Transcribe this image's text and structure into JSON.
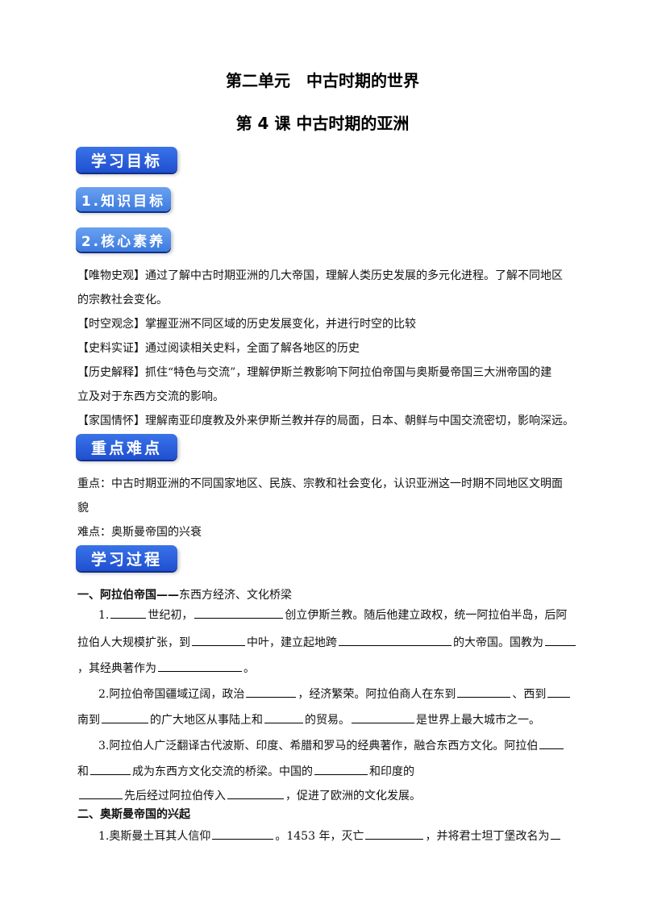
{
  "titles": {
    "unit": "第二单元　中古时期的世界",
    "lesson": "第 4 课  中古时期的亚洲"
  },
  "badges": {
    "goals": "学习目标",
    "knowledge": "1.知识目标",
    "core": "2.核心素养",
    "key_points": "重点难点",
    "process": "学习过程"
  },
  "core_items": {
    "p1a": "【唯物史观】通过了解中古时期亚洲的几大帝国，理解人类历史发展的多元化进程。了解不同地区",
    "p1b": "的宗教社会变化。",
    "p2": "【时空观念】掌握亚洲不同区域的历史发展变化，并进行时空的比较",
    "p3": "【史料实证】通过阅读相关史料，全面了解各地区的历史",
    "p4a": "【历史解释】抓住“特色与交流”，理解伊斯兰教影响下阿拉伯帝国与奥斯曼帝国三大洲帝国的建",
    "p4b": "立及对于东西方交流的影响。",
    "p5": "【家国情怀】理解南亚印度教及外来伊斯兰教并存的局面，日本、朝鲜与中国交流密切，影响深远。"
  },
  "key_points": {
    "k1a": "重点：中古时期亚洲的不同国家地区、民族、宗教和社会变化，认识亚洲这一时期不同地区文明面",
    "k1b": "貌",
    "k2": "难点：奥斯曼帝国的兴衰"
  },
  "section1": {
    "heading": "一、阿拉伯帝国——",
    "heading_rest": "东西方经济、文化桥梁",
    "q1_l1": [
      "1.",
      "世纪初，",
      "创立伊斯兰教。随后他建立政权，统一阿拉伯半岛，后阿"
    ],
    "q1_l2": [
      "拉伯人大规模扩张，到",
      "中叶，建立起地跨",
      "的大帝国。国教为"
    ],
    "q1_l3": [
      "，其经典著作为",
      "。"
    ],
    "q2_l1": [
      "2.阿拉伯帝国疆域辽阔，政治",
      "，经济繁荣。阿拉伯商人在东到",
      "、西到"
    ],
    "q2_l2": [
      "南到",
      "的广大地区从事陆上和",
      "的贸易。",
      "是世界上最大城市之一。"
    ],
    "q3_l1": [
      "3.阿拉伯人广泛翻译古代波斯、印度、希腊和罗马的经典著作，融合东西方文化。阿拉伯"
    ],
    "q3_l2": [
      "和",
      "成为东西方文化交流的桥梁。中国的",
      "和印度的"
    ],
    "q3_l3": [
      "先后经过阿拉伯传入",
      "，促进了欧洲的文化发展。"
    ]
  },
  "section2": {
    "heading": "二、奥斯曼帝国的兴起",
    "q1_l1": [
      "1.奥斯曼土耳其人信仰",
      "。1453 年，灭亡",
      "，并将君士坦丁堡改名为"
    ]
  }
}
